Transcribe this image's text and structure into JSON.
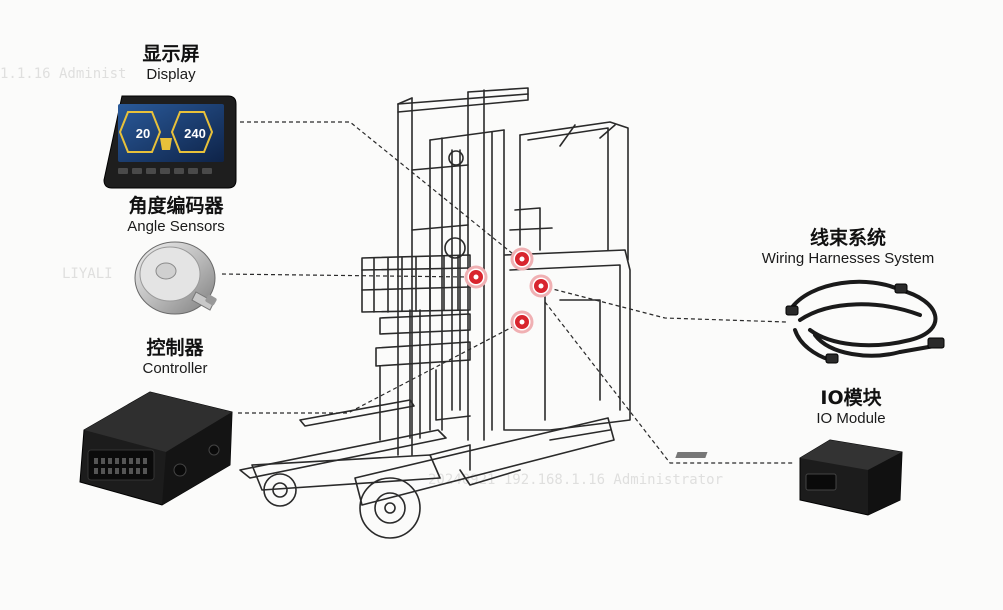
{
  "components": {
    "display": {
      "zh": "显示屏",
      "en": "Display",
      "screen_left": "20",
      "screen_right": "240"
    },
    "angle_sensors": {
      "zh": "角度编码器",
      "en": "Angle Sensors"
    },
    "controller": {
      "zh": "控制器",
      "en": "Controller"
    },
    "wiring": {
      "zh": "线束系统",
      "en": "Wiring Harnesses System"
    },
    "io_module": {
      "zh": "IO模块",
      "en": "IO Module"
    }
  },
  "watermarks": {
    "top": "1.1.16 Administ",
    "middle": "LIYALI",
    "bottom": "20240921 192.168.1.16 Administrator"
  },
  "colors": {
    "line": "#222222",
    "marker": "#d8252e",
    "device": "#1c1c1c",
    "screen": "#1b3a66"
  }
}
